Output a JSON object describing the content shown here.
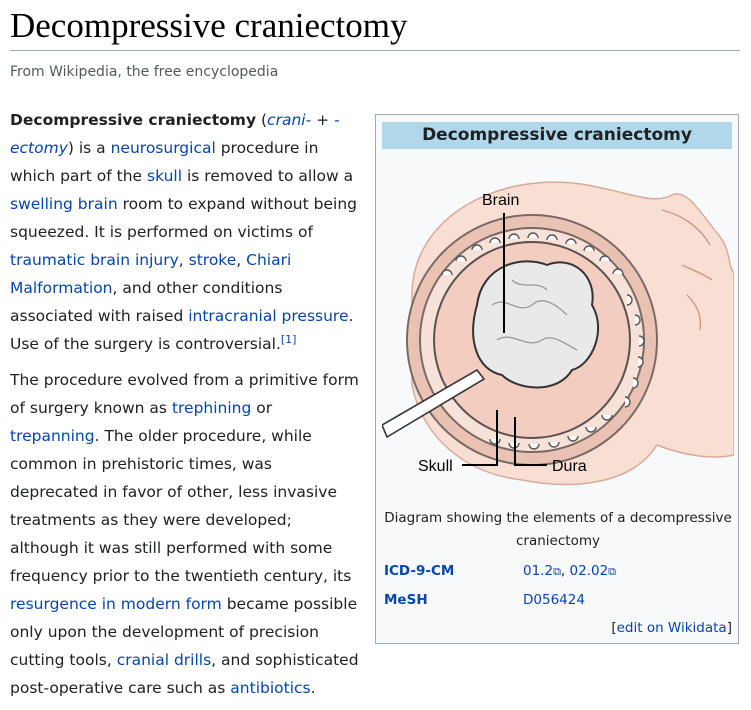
{
  "page": {
    "title": "Decompressive craniectomy",
    "tagline": "From Wikipedia, the free encyclopedia"
  },
  "article": {
    "p1": {
      "bold": "Decompressive craniectomy",
      "t1": " (",
      "crani": "crani-",
      "t2": " + ",
      "ectomy": "-ectomy",
      "t3": ") is a ",
      "neurosurgical": "neurosurgical",
      "t4": " procedure in which part of the ",
      "skull": "skull",
      "t5": " is removed to allow a ",
      "swelling_brain": "swelling brain",
      "t6": " room to expand without being squeezed. It is performed on victims of ",
      "tbi": "traumatic brain injury",
      "t7": ", ",
      "stroke": "stroke",
      "t8": ", ",
      "chiari": "Chiari Malformation",
      "t9": ", and other conditions associated with raised ",
      "icp": "intracranial pressure",
      "t10": ". Use of the surgery is controversial.",
      "ref": "[1]"
    },
    "p2": {
      "t1": "The procedure evolved from a primitive form of surgery known as ",
      "trephining": "trephining",
      "t2": " or ",
      "trepanning": "trepanning",
      "t3": ". The older procedure, while common in prehistoric times, was deprecated in favor of other, less invasive treatments as they were developed; although it was still performed with some frequency prior to the twentieth century, its ",
      "resurgence": "resurgence in modern form",
      "t4": " became possible only upon the development of precision cutting tools, ",
      "drills": "cranial drills",
      "t5": ", and sophisticated post-operative care such as ",
      "antibiotics": "antibiotics",
      "t6": "."
    }
  },
  "infobox": {
    "title": "Decompressive craniectomy",
    "diagram_labels": {
      "brain": "Brain",
      "skull": "Skull",
      "dura": "Dura"
    },
    "caption": "Diagram showing the elements of a decompressive craniectomy",
    "icd_label": "ICD-9-CM",
    "icd_value_1": "01.2",
    "icd_sep": ", ",
    "icd_value_2": "02.02",
    "mesh_label": "MeSH",
    "mesh_value": "D056424",
    "edit_open": "[",
    "edit_link": "edit on Wikidata",
    "edit_close": "]",
    "colors": {
      "header": "#b0d8ea",
      "link": "#0645ad",
      "skin": "#f6d5c8",
      "dura": "#e8a58f"
    }
  }
}
